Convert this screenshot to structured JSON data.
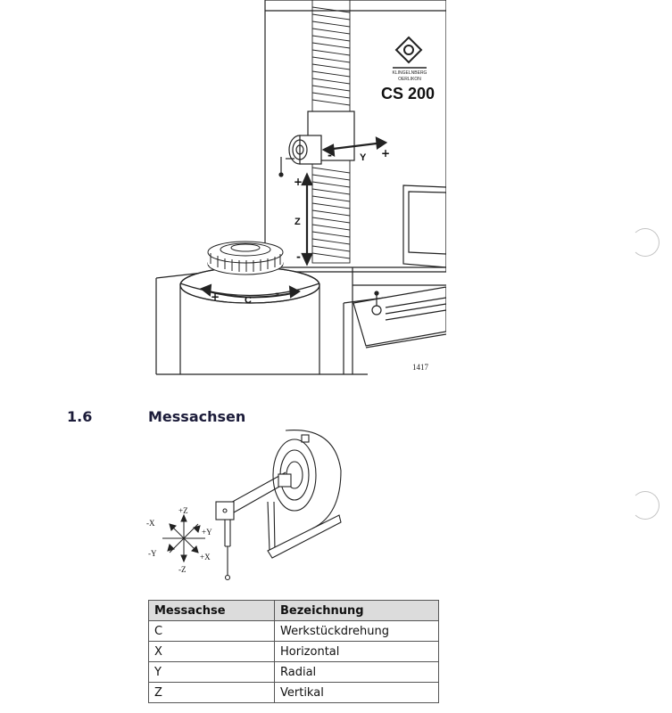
{
  "figure_machine": {
    "brand_line1": "KLINGELNBERG",
    "brand_line2": "OERLIKON",
    "model": "CS 200",
    "figure_number": "1417",
    "labels": {
      "y": "Y",
      "z": "Z",
      "c": "C",
      "plus": "+",
      "minus": "-"
    }
  },
  "section": {
    "number": "1.6",
    "title": "Messachsen"
  },
  "figure_probe": {
    "axes": {
      "pz": "+Z",
      "mz": "-Z",
      "px": "+X",
      "mx": "-X",
      "py": "+Y",
      "my": "-Y"
    }
  },
  "table": {
    "headers": [
      "Messachse",
      "Bezeichnung"
    ],
    "rows": [
      [
        "C",
        "Werkstückdrehung"
      ],
      [
        "X",
        "Horizontal"
      ],
      [
        "Y",
        "Radial"
      ],
      [
        "Z",
        "Vertikal"
      ]
    ]
  }
}
